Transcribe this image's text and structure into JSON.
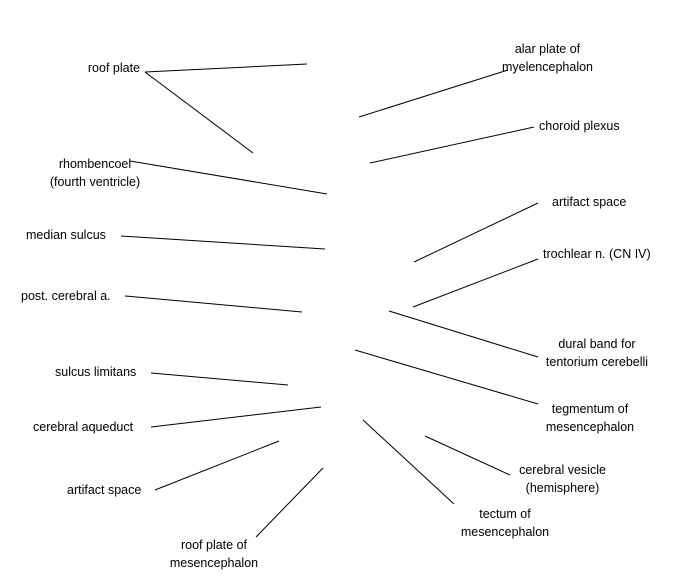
{
  "labels": {
    "roof_plate": "roof plate",
    "rhombencoel_1": "rhombencoel",
    "rhombencoel_2": "(fourth ventricle)",
    "median_sulcus": "median sulcus",
    "post_cerebral_a": "post. cerebral a.",
    "sulcus_limitans": "sulcus limitans",
    "cerebral_aqueduct": "cerebral aqueduct",
    "artifact_space_left": "artifact space",
    "roof_plate_mes_1": "roof plate of",
    "roof_plate_mes_2": "mesencephalon",
    "tectum_1": "tectum of",
    "tectum_2": "mesencephalon",
    "cerebral_vesicle_1": "cerebral vesicle",
    "cerebral_vesicle_2": "(hemisphere)",
    "tegmentum_1": "tegmentum of",
    "tegmentum_2": "mesencephalon",
    "dural_band_1": "dural band for",
    "dural_band_2": "tentorium cerebelli",
    "trochlear": "trochlear n. (CN IV)",
    "artifact_space_right": "artifact space",
    "choroid_plexus": "choroid plexus",
    "alar_plate_1": "alar plate of",
    "alar_plate_2": "myelencephalon"
  },
  "colors": {
    "line": "#000000",
    "text": "#000000",
    "background": "#ffffff"
  }
}
